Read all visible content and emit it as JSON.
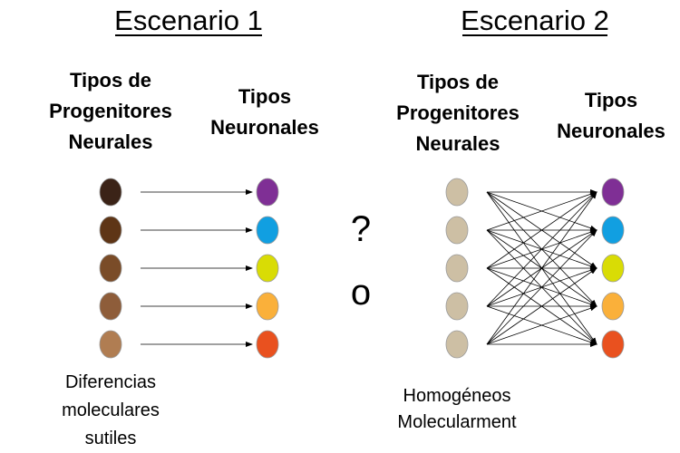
{
  "scenario_1": {
    "title": "Escenario 1",
    "progenitor_heading": [
      "Tipos de",
      "Progenitores",
      "Neurales"
    ],
    "neuron_heading": [
      "Tipos",
      "Neuronales"
    ],
    "progenitor_colors": [
      "#3b2317",
      "#5e3516",
      "#7a4c28",
      "#8e5d3a",
      "#b07d52"
    ],
    "neuron_colors": [
      "#7f2f95",
      "#119fe1",
      "#d9dc05",
      "#fab03a",
      "#e9511f"
    ],
    "footnote": [
      "Diferencias",
      "moleculares",
      "sutiles"
    ],
    "connections": "one-to-one"
  },
  "separator": {
    "question_mark": "?",
    "or": "o"
  },
  "scenario_2": {
    "title": "Escenario 2",
    "progenitor_heading": [
      "Tipos de",
      "Progenitores",
      "Neurales"
    ],
    "neuron_heading": [
      "Tipos",
      "Neuronales"
    ],
    "progenitor_colors": [
      "#cdbfa4",
      "#cdbfa4",
      "#cdbfa4",
      "#cdbfa4",
      "#cdbfa4"
    ],
    "neuron_colors": [
      "#7f2f95",
      "#119fe1",
      "#d9dc05",
      "#fab03a",
      "#e9511f"
    ],
    "footnote": [
      "Homogéneos",
      "Molecularment"
    ],
    "connections": "all-to-all"
  }
}
